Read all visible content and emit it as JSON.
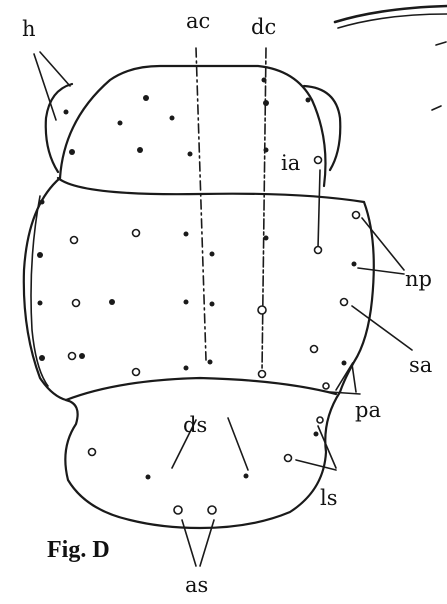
{
  "figure": {
    "caption": "Fig. D",
    "labels": {
      "h": "h",
      "ac": "ac",
      "dc": "dc",
      "ia": "ia",
      "np": "np",
      "sa": "sa",
      "pa": "pa",
      "ds": "ds",
      "ls": "ls",
      "as": "as"
    }
  }
}
